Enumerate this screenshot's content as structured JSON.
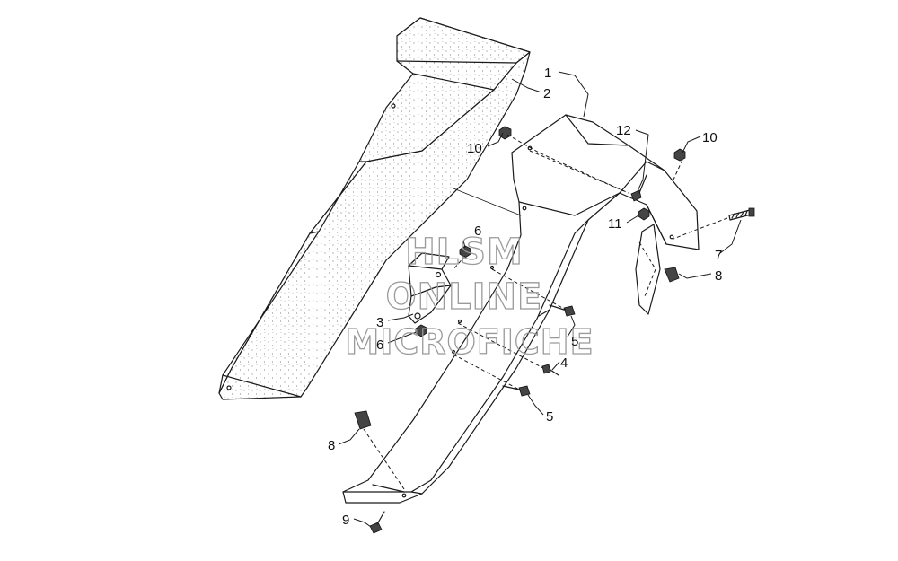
{
  "watermark": {
    "line1": "HLSM",
    "line2": "ONLINE",
    "line3": "MICROFICHE"
  },
  "callouts": [
    {
      "id": "c1",
      "label": "1"
    },
    {
      "id": "c2",
      "label": "2"
    },
    {
      "id": "c3",
      "label": "3"
    },
    {
      "id": "c4",
      "label": "4"
    },
    {
      "id": "c5a",
      "label": "5"
    },
    {
      "id": "c5b",
      "label": "5"
    },
    {
      "id": "c6a",
      "label": "6"
    },
    {
      "id": "c6b",
      "label": "6"
    },
    {
      "id": "c7",
      "label": "7"
    },
    {
      "id": "c8a",
      "label": "8"
    },
    {
      "id": "c8b",
      "label": "8"
    },
    {
      "id": "c9",
      "label": "9"
    },
    {
      "id": "c10a",
      "label": "10"
    },
    {
      "id": "c10b",
      "label": "10"
    },
    {
      "id": "c11",
      "label": "11"
    },
    {
      "id": "c12",
      "label": "12"
    }
  ]
}
